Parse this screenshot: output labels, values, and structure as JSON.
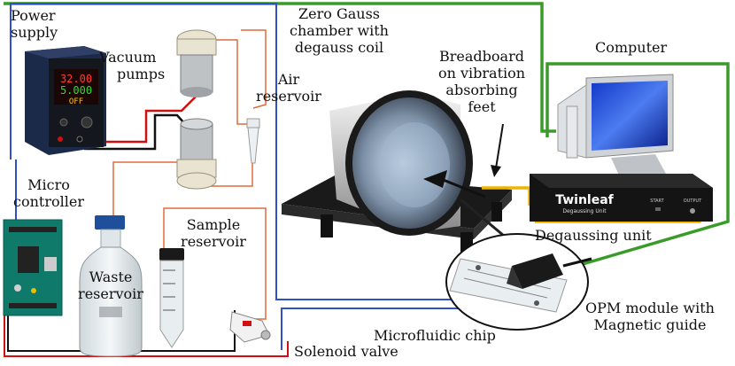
{
  "labels": {
    "power_supply": [
      "Power",
      "supply"
    ],
    "vacuum_pumps": [
      "Vacuum",
      "pumps"
    ],
    "zero_gauss": [
      "Zero Gauss",
      "chamber with",
      "degauss coil"
    ],
    "air_reservoir": [
      "Air",
      "reservoir"
    ],
    "breadboard": [
      "Breadboard",
      "on vibration",
      "absorbing",
      "feet"
    ],
    "computer": "Computer",
    "micro_controller": [
      "Micro",
      "controller"
    ],
    "sample_reservoir": [
      "Sample",
      "reservoir"
    ],
    "waste_reservoir": [
      "Waste",
      "reservoir"
    ],
    "degaussing_unit": "Degaussing unit",
    "opm_module": [
      "OPM module with",
      "Magnetic guide"
    ],
    "microfluidic_chip": "Microfluidic chip",
    "solenoid_valve": "Solenoid valve"
  },
  "device_text": {
    "psu_volts": "32.00",
    "psu_amps": "5.000",
    "psu_state": "OFF",
    "twinleaf_brand": "Twinleaf",
    "twinleaf_sub": "Degaussing Unit",
    "twinleaf_start": "START",
    "twinleaf_output": "OUTPUT"
  },
  "colors": {
    "usb_cable": "#3a9a2a",
    "signal_wire": "#3050c8",
    "tubing": "#e06a3a",
    "power_red": "#d01010",
    "power_black": "#111111",
    "coax_cable": "#f0b400"
  }
}
